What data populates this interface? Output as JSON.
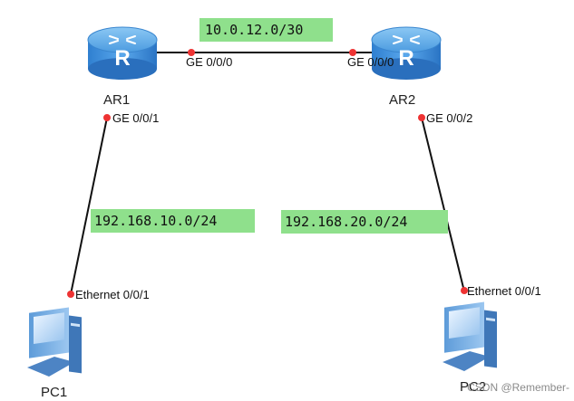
{
  "devices": {
    "ar1": {
      "name": "AR1",
      "icon": "router-icon"
    },
    "ar2": {
      "name": "AR2",
      "icon": "router-icon"
    },
    "pc1": {
      "name": "PC1",
      "icon": "pc-icon"
    },
    "pc2": {
      "name": "PC2",
      "icon": "pc-icon"
    }
  },
  "networks": {
    "wan": "10.0.12.0/30",
    "lan1": "192.168.10.0/24",
    "lan2": "192.168.20.0/24"
  },
  "ports": {
    "ar1_wan": "GE 0/0/0",
    "ar2_wan": "GE 0/0/0",
    "ar1_lan": "GE 0/0/1",
    "ar2_lan": "GE 0/0/2",
    "pc1_eth": "Ethernet 0/0/1",
    "pc2_eth": "Ethernet 0/0/1"
  },
  "watermark": "CSDN @Remember-",
  "colors": {
    "link": "#111111",
    "port_dot": "#ee3333",
    "net_label_bg": "#8fe08c",
    "router_blue": "#3d8fd8",
    "pc_blue": "#6aa6e0"
  }
}
